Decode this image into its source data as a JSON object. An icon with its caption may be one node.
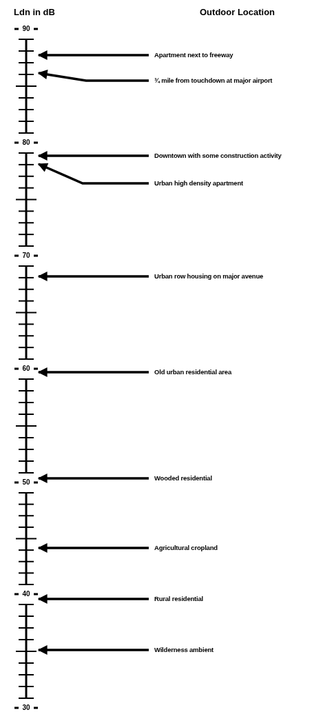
{
  "diagram": {
    "nodes": [
      {
        "text": [
          "Apartment next to freeway"
        ]
      },
      {
        "text": [
          "¾ mile from touchdown at major airport"
        ]
      },
      {
        "text": [
          "Downtown with some construction activity"
        ]
      },
      {
        "text": [
          "Urban high density apartment"
        ]
      },
      {
        "text": [
          "Urban row housing on major avenue"
        ]
      },
      {
        "text": [
          "Old urban residential area"
        ]
      },
      {
        "text": [
          "Wooded residential"
        ]
      },
      {
        "text": [
          "Agricultural cropland"
        ]
      },
      {
        "text": [
          "Rural residential"
        ]
      },
      {
        "text": [
          "Wilderness ambient"
        ]
      },
      {
        "text": [],
        "shape": "bar"
      }
    ],
    "edges": [
      {
        "from": 0,
        "to": 10,
        "arrow": "to"
      },
      {
        "from": 1,
        "to": 10,
        "arrow": "to"
      },
      {
        "from": 2,
        "to": 10,
        "arrow": "to"
      },
      {
        "from": 3,
        "to": 10,
        "arrow": "to"
      },
      {
        "from": 4,
        "to": 10,
        "arrow": "to"
      },
      {
        "from": 5,
        "to": 10,
        "arrow": "to"
      },
      {
        "from": 6,
        "to": 10,
        "arrow": "to"
      },
      {
        "from": 7,
        "to": 10,
        "arrow": "to"
      },
      {
        "from": 8,
        "to": 10,
        "arrow": "to"
      },
      {
        "from": 9,
        "to": 10,
        "arrow": "to"
      }
    ],
    "labels": [
      "Ldn in dB",
      "Outdoor Location",
      "90",
      "80",
      "70",
      "60",
      "50",
      "40",
      "30"
    ]
  }
}
